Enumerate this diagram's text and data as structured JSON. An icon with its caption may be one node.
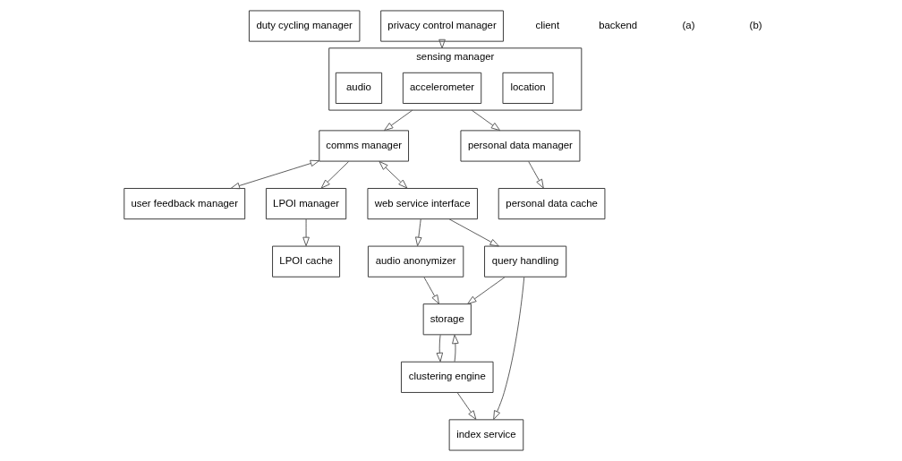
{
  "diagram": {
    "nodes": [
      {
        "text": [
          "duty cycling manager"
        ]
      },
      {
        "text": [
          "comms manager"
        ]
      },
      {
        "text": [
          "user feedback manager"
        ]
      },
      {
        "text": [
          "personal data manager"
        ]
      },
      {
        "text": [
          "personal data cache"
        ]
      },
      {
        "text": [
          "LPOI manager"
        ]
      },
      {
        "text": [
          "LPOI cache"
        ]
      },
      {
        "text": [
          "sensing manager"
        ]
      },
      {
        "text": [
          "location"
        ],
        "in": 7
      },
      {
        "text": [
          "accelerometer"
        ],
        "in": 7
      },
      {
        "text": [
          "audio"
        ],
        "in": 7
      },
      {
        "text": [
          "privacy control manager"
        ]
      },
      {
        "text": [
          "web service interface"
        ]
      },
      {
        "text": [
          "clustering engine"
        ]
      },
      {
        "text": [
          "audio anonymizer"
        ]
      },
      {
        "text": [
          "storage"
        ]
      },
      {
        "text": [
          "query handling"
        ]
      },
      {
        "text": [
          "index service"
        ]
      }
    ],
    "edges": [
      {
        "from": 1,
        "to": 12,
        "arrow": "both"
      },
      {
        "from": 1,
        "to": 2,
        "arrow": "both"
      },
      {
        "from": 1,
        "to": 5,
        "arrow": "to"
      },
      {
        "from": 5,
        "to": 6,
        "arrow": "to"
      },
      {
        "from": 3,
        "to": 4,
        "arrow": "to"
      },
      {
        "from": 7,
        "to": 3,
        "arrow": "to"
      },
      {
        "from": 7,
        "to": 1,
        "arrow": "to"
      },
      {
        "from": 11,
        "to": 7,
        "arrow": "to"
      },
      {
        "from": 12,
        "to": 14,
        "arrow": "to"
      },
      {
        "from": 14,
        "to": 15,
        "arrow": "to"
      },
      {
        "from": 13,
        "to": 15,
        "arrow": "to"
      },
      {
        "from": 15,
        "to": 13,
        "arrow": "to"
      },
      {
        "from": 16,
        "to": 15,
        "arrow": "to"
      },
      {
        "from": 16,
        "to": 17,
        "arrow": "to"
      },
      {
        "from": 13,
        "to": 17,
        "arrow": "to"
      },
      {
        "from": 12,
        "to": 16,
        "arrow": "to"
      }
    ],
    "labels": [
      "client",
      "backend",
      "(a)",
      "(b)"
    ]
  }
}
